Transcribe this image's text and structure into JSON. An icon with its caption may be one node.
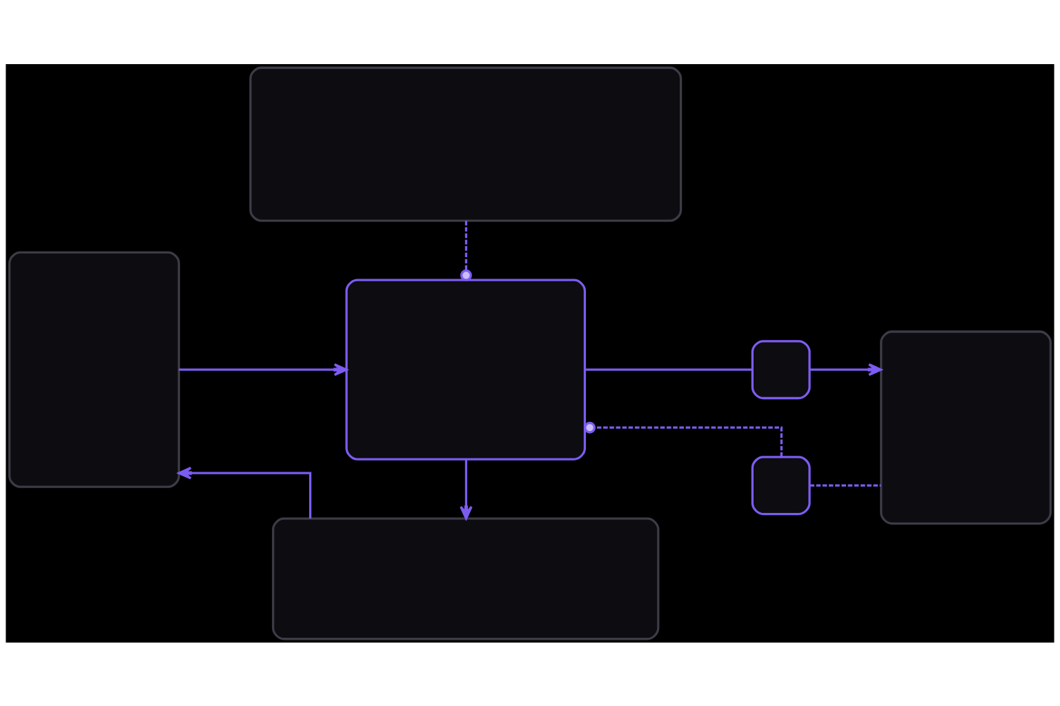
{
  "diagram": {
    "nodes": [
      {
        "text": [],
        "shape": "box"
      },
      {
        "text": [],
        "shape": "box"
      },
      {
        "text": [],
        "shape": "box"
      },
      {
        "text": [],
        "shape": "box"
      },
      {
        "text": [],
        "shape": "box"
      },
      {
        "text": [],
        "shape": "box"
      },
      {
        "text": [],
        "shape": "box"
      }
    ],
    "edges": [
      {
        "from": 0,
        "to": 2,
        "arrow": "other",
        "style": "dashed"
      },
      {
        "from": 1,
        "to": 2,
        "arrow": "to"
      },
      {
        "from": 2,
        "to": 3,
        "arrow": "none"
      },
      {
        "from": 3,
        "to": 4,
        "arrow": "to"
      },
      {
        "from": 5,
        "to": 2,
        "arrow": "other",
        "style": "dashed"
      },
      {
        "from": 5,
        "to": 4,
        "arrow": "none",
        "style": "dashed"
      },
      {
        "from": 2,
        "to": 6,
        "arrow": "to"
      },
      {
        "from": 6,
        "to": 1,
        "arrow": "to"
      }
    ]
  }
}
